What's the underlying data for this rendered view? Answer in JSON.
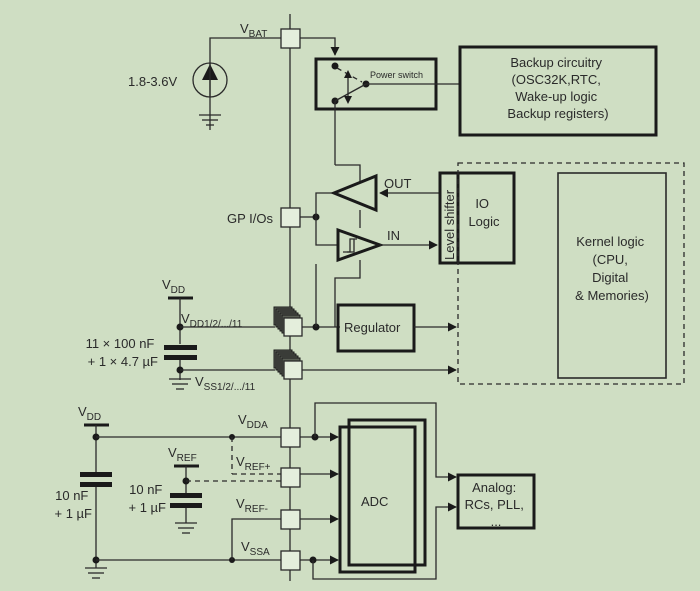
{
  "diagram": {
    "title": "Power supply scheme",
    "vbat": {
      "main": "V",
      "sub": "BAT"
    },
    "battery_voltage": "1.8-3.6V",
    "power_switch": "Power switch",
    "backup_box": {
      "lines": [
        "Backup circuitry",
        "(OSC32K,RTC,",
        "Wake-up logic",
        "Backup registers)"
      ]
    },
    "gpio_label": "GP I/Os",
    "out_label": "OUT",
    "in_label": "IN",
    "level_shifter": "Level shifter",
    "io_logic": {
      "lines": [
        "IO",
        "Logic"
      ]
    },
    "kernel_logic": {
      "lines": [
        "Kernel logic",
        "(CPU,",
        "Digital",
        "& Memories)"
      ]
    },
    "vdd_top": {
      "main": "V",
      "sub": "DD"
    },
    "vdd_pins": {
      "main": "V",
      "sub": "DD1/2/.../11"
    },
    "vss_pins": {
      "main": "V",
      "sub": "SS1/2/.../11"
    },
    "decoupling_digital": {
      "lines": [
        "11 × 100 nF",
        "+ 1 × 4.7 µF"
      ]
    },
    "regulator": "Regulator",
    "vdd_bottom": {
      "main": "V",
      "sub": "DD"
    },
    "vdda": {
      "main": "V",
      "sub": "DDA"
    },
    "vref": {
      "main": "V",
      "sub": "REF"
    },
    "vref_plus": {
      "main": "V",
      "sub": "REF+"
    },
    "vref_minus": {
      "main": "V",
      "sub": "REF-"
    },
    "vssa": {
      "main": "V",
      "sub": "SSA"
    },
    "decoupling_analog": {
      "lines": [
        "10 nF",
        "+ 1 µF"
      ]
    },
    "decoupling_vref": {
      "lines": [
        "10 nF",
        "+ 1 µF"
      ]
    },
    "adc": "ADC",
    "analog_box": {
      "lines": [
        "Analog:",
        "RCs, PLL,",
        "..."
      ]
    }
  }
}
